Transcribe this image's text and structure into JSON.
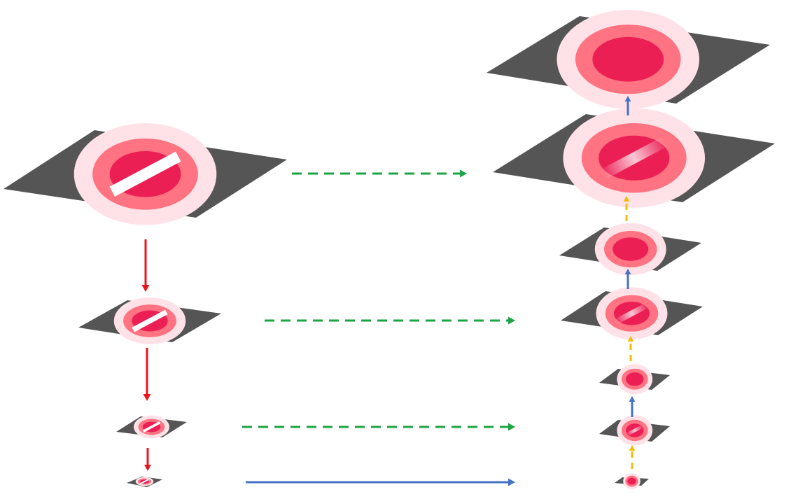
{
  "colors": {
    "background": "#ffffff",
    "tile": "#555555",
    "ring_outer": "#ffe2e7",
    "ring_mid": "#ff7382",
    "ring_core": "#ec1f55",
    "corruption_band": "#ffffff",
    "arrow_downsample": "#e8151b",
    "arrow_skip": "#1ba344",
    "arrow_bottleneck": "#4472c4",
    "arrow_upsample": "#4472c4",
    "arrow_refine": "#f4bb0f"
  },
  "encoder_levels": [
    {
      "name": "encoder-level-1",
      "corrupted": true
    },
    {
      "name": "encoder-level-2",
      "corrupted": true
    },
    {
      "name": "encoder-level-3",
      "corrupted": true
    },
    {
      "name": "encoder-level-4",
      "corrupted": true
    }
  ],
  "decoder_levels": [
    {
      "name": "decoder-output",
      "corrupted": false
    },
    {
      "name": "decoder-level-1-fused",
      "corrupted": false
    },
    {
      "name": "decoder-level-2-refined",
      "corrupted": false
    },
    {
      "name": "decoder-level-2-fused",
      "corrupted": false
    },
    {
      "name": "decoder-level-3-refined",
      "corrupted": false
    },
    {
      "name": "decoder-level-3-fused",
      "corrupted": false
    },
    {
      "name": "decoder-level-4",
      "corrupted": false
    }
  ],
  "connections": [
    {
      "name": "downsample-arrow-1",
      "kind": "downsample",
      "style": "solid"
    },
    {
      "name": "downsample-arrow-2",
      "kind": "downsample",
      "style": "solid"
    },
    {
      "name": "downsample-arrow-3",
      "kind": "downsample",
      "style": "solid"
    },
    {
      "name": "skip-arrow-level-1",
      "kind": "skip",
      "style": "dashed"
    },
    {
      "name": "skip-arrow-level-2",
      "kind": "skip",
      "style": "dashed"
    },
    {
      "name": "skip-arrow-level-3",
      "kind": "skip",
      "style": "dashed"
    },
    {
      "name": "bottleneck-arrow",
      "kind": "bottleneck",
      "style": "solid"
    },
    {
      "name": "refine-arrow-level-4",
      "kind": "refine",
      "style": "dashed"
    },
    {
      "name": "upsample-arrow-3",
      "kind": "upsample",
      "style": "solid"
    },
    {
      "name": "refine-arrow-level-3",
      "kind": "refine",
      "style": "dashed"
    },
    {
      "name": "upsample-arrow-2",
      "kind": "upsample",
      "style": "solid"
    },
    {
      "name": "refine-arrow-level-2",
      "kind": "refine",
      "style": "dashed"
    },
    {
      "name": "upsample-arrow-1",
      "kind": "upsample",
      "style": "solid"
    }
  ]
}
